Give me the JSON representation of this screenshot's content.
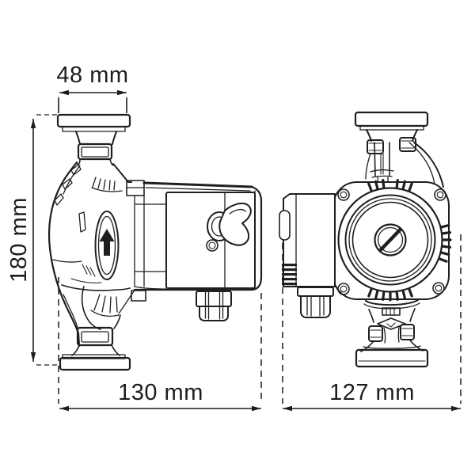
{
  "drawing": {
    "type": "technical dimension drawing",
    "subject": "circulator pump shown in two orthographic views (side view and front view)",
    "colors": {
      "line": "#1f1f1f",
      "background": "#ffffff"
    },
    "icons": {
      "flow_direction": "up-arrow-icon"
    },
    "dimensions": {
      "flange_width": "48 mm",
      "overall_height": "180 mm",
      "overall_depth": "130 mm",
      "overall_width": "127 mm"
    }
  }
}
